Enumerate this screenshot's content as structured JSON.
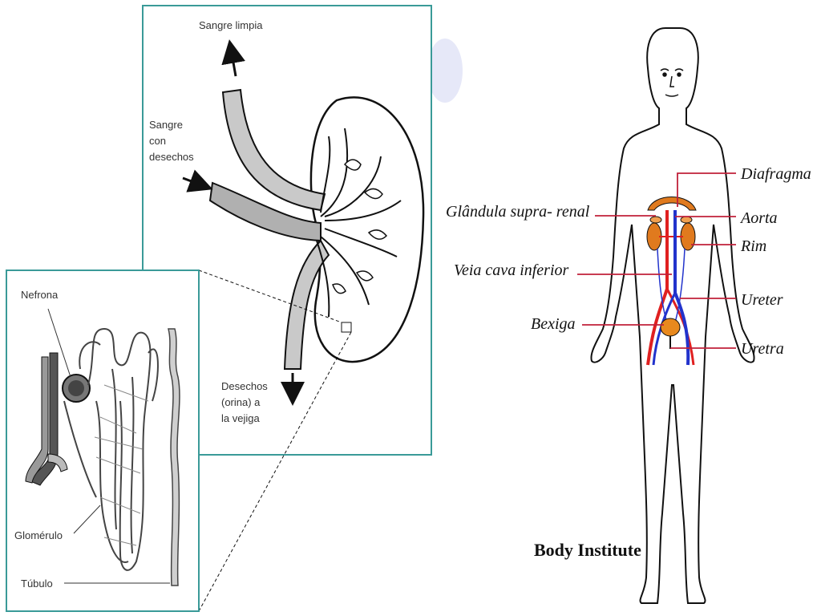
{
  "kidney_panel": {
    "labels": {
      "clean_blood": "Sangre limpia",
      "dirty_blood": [
        "Sangre",
        "con",
        "desechos"
      ],
      "waste": [
        "Desechos",
        "(orina) a",
        "la vejiga"
      ]
    }
  },
  "nephron_panel": {
    "labels": {
      "nephron": "Nefrona",
      "glomerulus": "Glomérulo",
      "tubule": "Túbulo"
    }
  },
  "body_panel": {
    "labels": {
      "diaphragm": "Diafragma",
      "adrenal": "Glândula supra- renal",
      "aorta": "Aorta",
      "kidney": "Rim",
      "vena_cava": "Veia cava inferior",
      "ureter": "Ureter",
      "bladder": "Bexiga",
      "urethra": "Uretra"
    },
    "brand": "Body Institute"
  },
  "colors": {
    "frame_teal": "#3a9a98",
    "label_line_red": "#c0203a",
    "artery_red": "#e02020",
    "vein_blue": "#2233cc",
    "organ_orange": "#e07a1e",
    "tissue_gray": "#b8b8b8"
  }
}
